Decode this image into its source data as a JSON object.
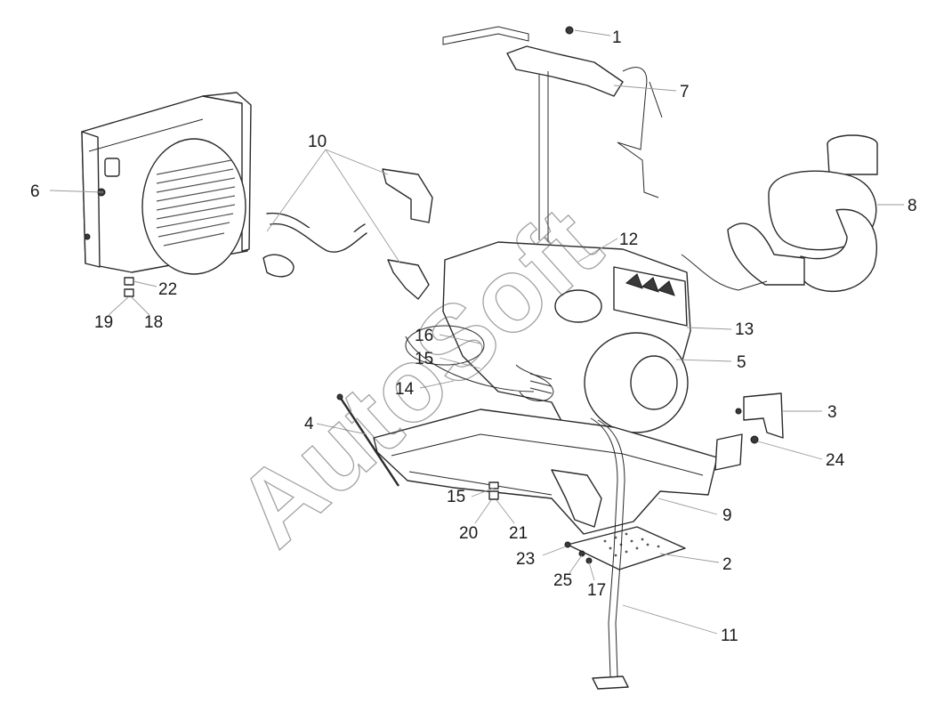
{
  "watermark": "AutoSoft",
  "callouts": {
    "c1": "1",
    "c2": "2",
    "c3": "3",
    "c4": "4",
    "c5": "5",
    "c6": "6",
    "c7": "7",
    "c8": "8",
    "c9": "9",
    "c10": "10",
    "c11": "11",
    "c12": "12",
    "c13": "13",
    "c14": "14",
    "c15a": "15",
    "c15b": "15",
    "c16": "16",
    "c17": "17",
    "c18": "18",
    "c19": "19",
    "c20": "20",
    "c21": "21",
    "c22": "22",
    "c23": "23",
    "c24": "24",
    "c25": "25"
  }
}
